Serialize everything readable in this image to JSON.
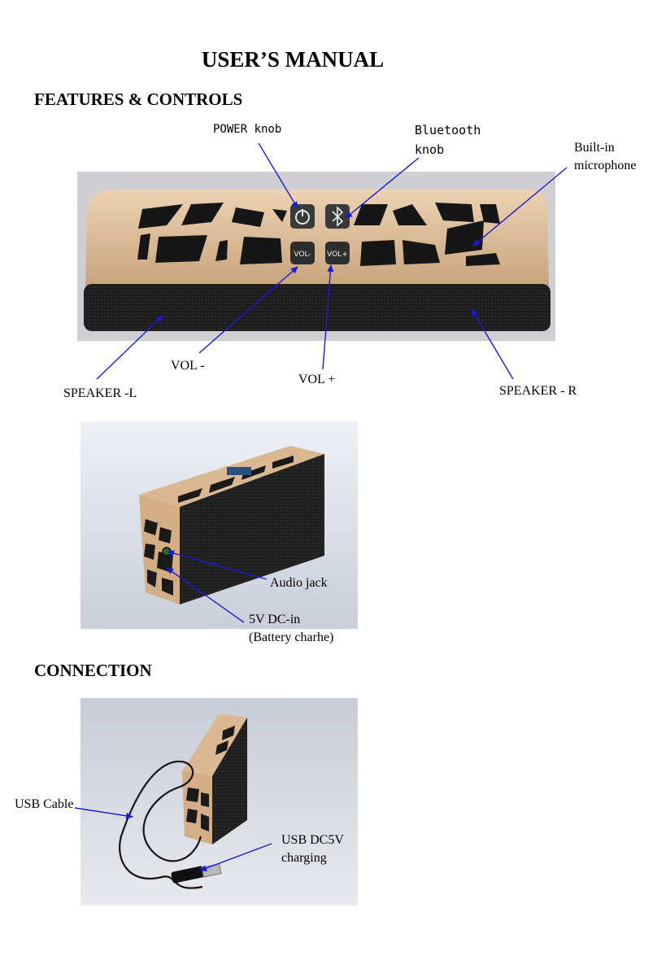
{
  "document": {
    "title": "USER’S MANUAL",
    "features_heading": "FEATURES & CONTROLS",
    "connection_heading": "CONNECTION"
  },
  "labels": {
    "power_knob": "POWER knob",
    "bluetooth_knob_line1": "Bluetooth",
    "bluetooth_knob_line2": "knob",
    "microphone_line1": "Built-in",
    "microphone_line2": "microphone",
    "vol_minus": "VOL -",
    "vol_plus": "VOL +",
    "speaker_left": "SPEAKER -L",
    "speaker_right": "SPEAKER - R",
    "audio_jack": "Audio jack",
    "dc_in_line1": "5V DC-in",
    "dc_in_line2": "(Battery charhe)",
    "usb_cable": "USB Cable",
    "usb_charging_line1": "USB DC5V",
    "usb_charging_line2": "charging"
  },
  "device_buttons": {
    "vol_minus_text": "VOL-",
    "vol_plus_text": "VOL+"
  },
  "colors": {
    "arrow": "#1b1bd6",
    "gold_frame": "#d6b48f",
    "grille": "#1a1a1a"
  }
}
